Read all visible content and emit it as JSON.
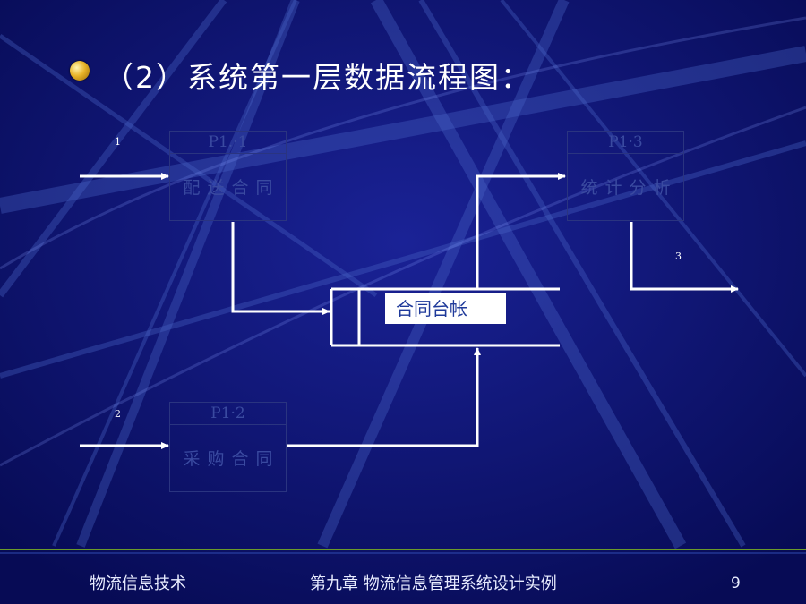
{
  "slide": {
    "title": "（2）系统第一层数据流程图：",
    "footer_left": "物流信息技术",
    "footer_center": "第九章  物流信息管理系统设计实例",
    "page_number": "9"
  },
  "diagram": {
    "processes": [
      {
        "id": "P1.·1",
        "name": "配送合同"
      },
      {
        "id": "P1·2",
        "name": "采购合同"
      },
      {
        "id": "P1·3",
        "name": "统计分析"
      }
    ],
    "data_store": {
      "name": "合同台帐"
    },
    "flow_labels": [
      "1",
      "2",
      "3"
    ]
  },
  "colors": {
    "background": "#0b0f6e",
    "accent_line": "#6a9a2a",
    "process_text": "#3a4aa0",
    "flow_line": "#ffffff"
  }
}
